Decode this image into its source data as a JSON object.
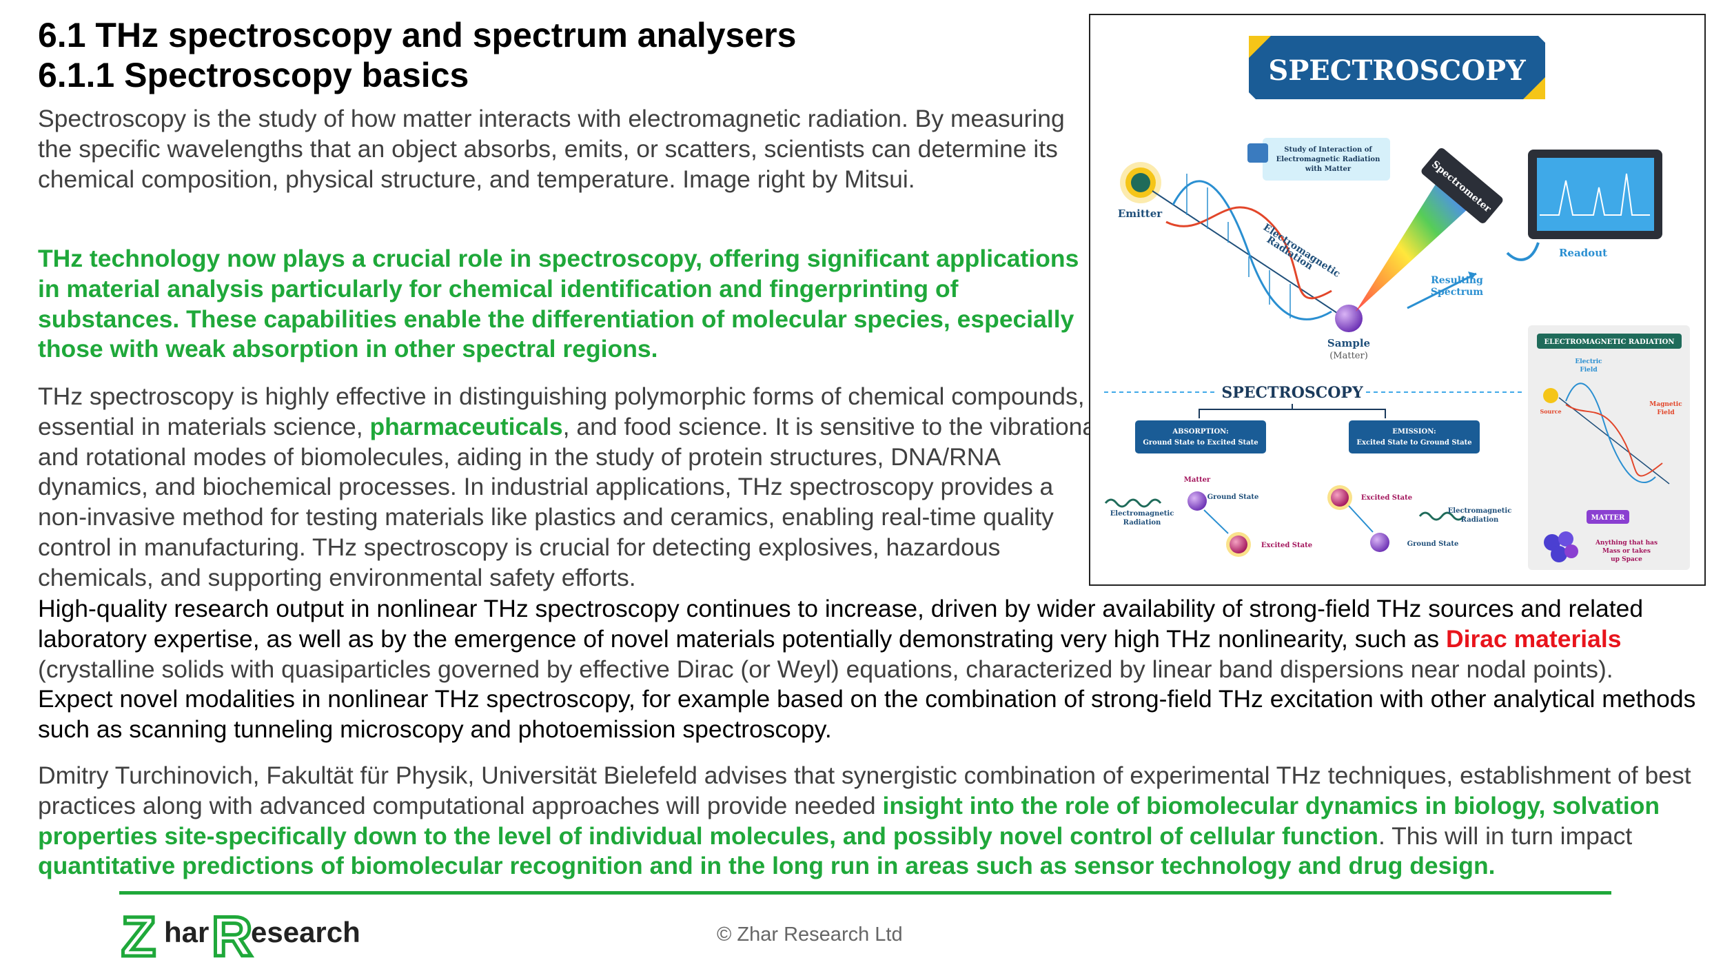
{
  "header": {
    "title_line1": "6.1 THz spectroscopy and spectrum analysers",
    "title_line2": "6.1.1 Spectroscopy basics"
  },
  "body": {
    "p1": "Spectroscopy is the study of how matter interacts with electromagnetic radiation. By measuring the specific wavelengths that an object absorbs, emits, or scatters, scientists can determine its chemical composition, physical structure, and temperature. Image right by Mitsui.",
    "p2": "THz technology now plays a crucial role in spectroscopy, offering significant applications in material analysis particularly for chemical identification and fingerprinting of substances. These capabilities enable the differentiation of molecular species, especially those with weak absorption in other spectral regions.",
    "p3_a": "THz spectroscopy is highly effective in distinguishing polymorphic forms of chemical compounds, essential in materials science, ",
    "p3_b": "pharmaceuticals",
    "p3_c": ", and food science. It is sensitive to the vibrational and rotational modes of biomolecules, aiding in the study of protein structures, DNA/RNA dynamics, and biochemical processes. In industrial applications, THz spectroscopy provides a non-invasive method for testing materials like plastics and ceramics, enabling real-time quality control in manufacturing. THz spectroscopy is crucial for detecting explosives, hazardous chemicals, and supporting environmental safety efforts.",
    "p4_a": "High-quality research output in nonlinear THz spectroscopy continues to increase, driven by wider availability of strong-field THz sources and related laboratory expertise, as well as by the emergence of novel materials potentially demonstrating very high THz nonlinearity, such as ",
    "p4_b": "Dirac materials",
    "p4_c": "(crystalline solids with quasiparticles governed by effective Dirac (or Weyl) equations, characterized by linear band dispersions near nodal points).",
    "p4_d": "Expect novel modalities in nonlinear THz spectroscopy, for example based on the combination of strong-field THz excitation with other analytical methods such as scanning tunneling microscopy and photoemission spectroscopy.",
    "p5_a": "Dmitry Turchinovich, Fakultät für Physik, Universität Bielefeld advises that synergistic combination of experimental THz techniques, establishment of best practices along with advanced computational approaches will provide needed ",
    "p5_b": "insight into the role of biomolecular dynamics in biology, solvation properties site-specifically down to the level of individual molecules, and possibly novel control of cellular function",
    "p5_c": ". This will in turn impact ",
    "p5_d": "quantitative predictions of biomolecular recognition and in the long run in areas such as sensor technology and drug design."
  },
  "figure": {
    "banner": "SPECTROSCOPY",
    "study_note_1": "Study of Interaction of",
    "study_note_2": "Electromagnetic Radiation",
    "study_note_3": "with Matter",
    "emitter": "Emitter",
    "em_radiation_1": "Electromagnetic",
    "em_radiation_2": "Radiation",
    "spectrometer": "Spectrometer",
    "resulting_1": "Resulting",
    "resulting_2": "Spectrum",
    "readout": "Readout",
    "sample": "Sample",
    "matter_paren": "(Matter)",
    "spectroscopy_sub": "SPECTROSCOPY",
    "absorption_title": "ABSORPTION:",
    "absorption_sub": "Ground State to Excited State",
    "emission_title": "EMISSION:",
    "emission_sub": "Excited State to Ground State",
    "abs_matter": "Matter",
    "abs_ground": "Ground State",
    "abs_em_1": "Electromagnetic",
    "abs_em_2": "Radiation",
    "abs_excited": "Excited State",
    "em_excited": "Excited State",
    "em_em_1": "Electromagnetic",
    "em_em_2": "Radiation",
    "em_ground": "Ground State",
    "panel_title": "ELECTROMAGNETIC RADIATION",
    "electric_1": "Electric",
    "electric_2": "Field",
    "magnetic_1": "Magnetic",
    "magnetic_2": "Field",
    "source": "Source",
    "matter_badge": "MATTER",
    "matter_desc_1": "Anything that has",
    "matter_desc_2": "Mass or takes",
    "matter_desc_3": "up Space"
  },
  "footer": {
    "logo_z": "Z",
    "logo_har": "har",
    "logo_r": "R",
    "logo_esearch": "esearch",
    "copyright": "© Zhar Research Ltd"
  },
  "colors": {
    "accent_green": "#1fa83a",
    "highlight_red": "#e8141c",
    "figure_blue": "#1f5f9a",
    "figure_yellow": "#f5c518"
  }
}
